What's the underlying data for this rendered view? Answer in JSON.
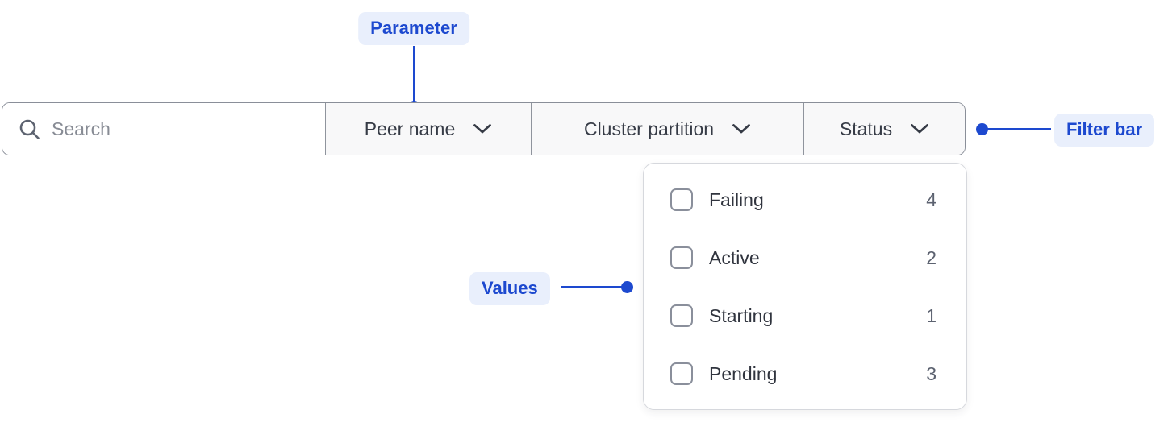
{
  "colors": {
    "annotation_blue": "#1d49cf",
    "annotation_bg": "#e9effc",
    "bar_border": "#8a8f99",
    "segment_bg": "#f8f8f9",
    "label_text": "#363b46",
    "placeholder_text": "#878b94",
    "panel_border": "#d6d8dd",
    "row_label_text": "#30343e",
    "count_text": "#5c6270",
    "checkbox_border": "#8a8f9b"
  },
  "annotations": {
    "parameter": {
      "label": "Parameter"
    },
    "filter_bar": {
      "label": "Filter bar"
    },
    "values": {
      "label": "Values"
    }
  },
  "filter_bar": {
    "search": {
      "placeholder": "Search",
      "value": "",
      "icon": "search-icon"
    },
    "dropdowns": [
      {
        "label": "Peer name",
        "icon": "chevron-down-icon",
        "open": false
      },
      {
        "label": "Cluster partition",
        "icon": "chevron-down-icon",
        "open": false
      },
      {
        "label": "Status",
        "icon": "chevron-down-icon",
        "open": true
      }
    ]
  },
  "status_dropdown": {
    "options": [
      {
        "label": "Failing",
        "count": "4",
        "checked": false
      },
      {
        "label": "Active",
        "count": "2",
        "checked": false
      },
      {
        "label": "Starting",
        "count": "1",
        "checked": false
      },
      {
        "label": "Pending",
        "count": "3",
        "checked": false
      }
    ]
  }
}
